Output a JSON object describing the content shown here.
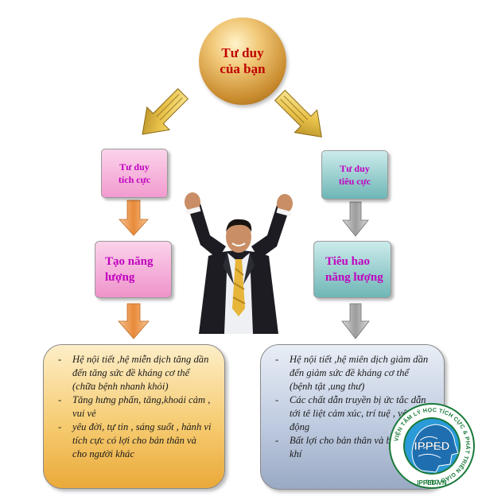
{
  "root": {
    "line1": "Tư duy",
    "line2": "của bạn"
  },
  "positive": {
    "small_line1": "Tư duy",
    "small_line2": "tích cực",
    "mid_line1": "Tạo năng",
    "mid_line2": "lượng",
    "items": [
      "Hệ nội tiết ,hệ miễn dịch tăng dần đến tăng sức đề kháng cơ thể (chữa bệnh nhanh khỏi)",
      "Tăng hưng phấn, tăng,khoái cảm , vui vẻ",
      "yêu đời, tự tin , sáng suốt , hành vi tích cực có lợi cho bản thân và cho người khác"
    ]
  },
  "negative": {
    "small_line1": "Tư duy",
    "small_line2": "tiêu cực",
    "mid_line1": "Tiêu hao",
    "mid_line2": "năng lượng",
    "items": [
      "Hệ nội tiết ,hệ miên dịch giảm dần đến giảm sức đề kháng cơ thể (bệnh tật ,ung thư)",
      "Các chất dẫn truyền bị ức tắc dẫn tới tê liệt cảm xúc, trí tuệ , vận động",
      "Bất lợi cho bản thân và bầu không khí"
    ]
  },
  "logo": {
    "center": "IPPED",
    "ring": "VIỆN TÂM LÝ HỌC TÍCH CỰC & PHÁT TRIỂN GIÁO DỤC",
    "bottom": "IPPED.VN"
  },
  "colors": {
    "title_red": "#c00000",
    "label_magenta": "#c000c0",
    "arrow_orange": "#e88a3a",
    "arrow_gray": "#9c9c9c"
  }
}
